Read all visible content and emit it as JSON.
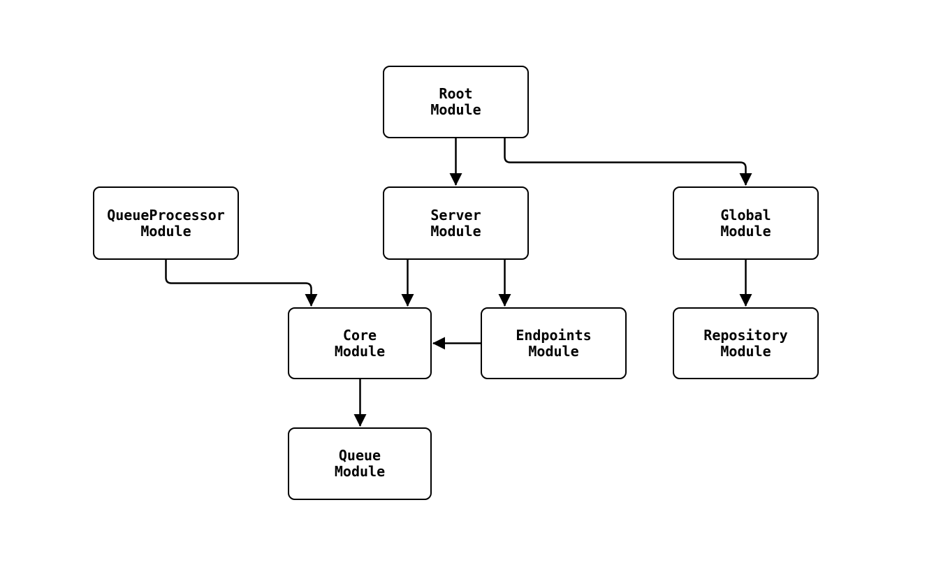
{
  "diagram": {
    "type": "flowchart",
    "background_color": "#ffffff",
    "node_fill_color": "#ffffff",
    "node_border_color": "#000000",
    "edge_color": "#000000",
    "text_color": "#000000",
    "nodes": {
      "root": {
        "label": "Root\nModule"
      },
      "queue_processor": {
        "label": "QueueProcessor\nModule"
      },
      "server": {
        "label": "Server\nModule"
      },
      "global": {
        "label": "Global\nModule"
      },
      "core": {
        "label": "Core\nModule"
      },
      "endpoints": {
        "label": "Endpoints\nModule"
      },
      "repository": {
        "label": "Repository\nModule"
      },
      "queue": {
        "label": "Queue\nModule"
      }
    },
    "edges": [
      {
        "from": "Root Module",
        "to": "Server Module"
      },
      {
        "from": "Root Module",
        "to": "Global Module"
      },
      {
        "from": "QueueProcessor Module",
        "to": "Core Module"
      },
      {
        "from": "Server Module",
        "to": "Core Module"
      },
      {
        "from": "Server Module",
        "to": "Endpoints Module"
      },
      {
        "from": "Endpoints Module",
        "to": "Core Module"
      },
      {
        "from": "Global Module",
        "to": "Repository Module"
      },
      {
        "from": "Core Module",
        "to": "Queue Module"
      }
    ]
  }
}
